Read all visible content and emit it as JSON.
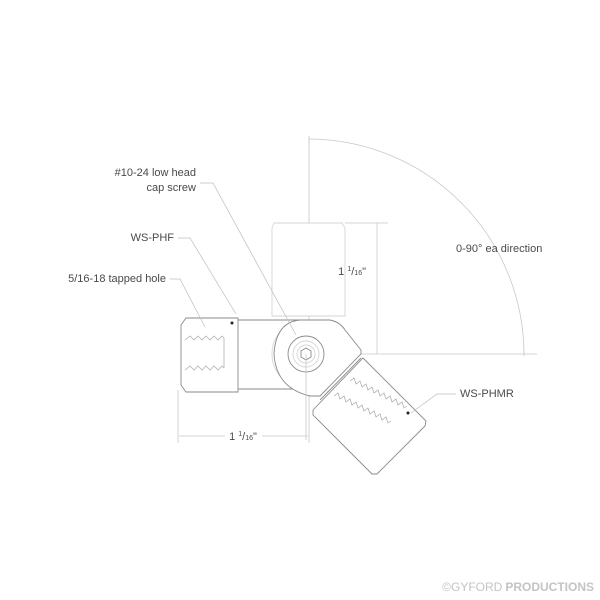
{
  "diagram": {
    "type": "technical-drawing",
    "callouts": [
      {
        "id": "cap-screw",
        "line1": "#10-24 low head",
        "line2": "cap screw"
      },
      {
        "id": "ws-phf",
        "line1": "WS-PHF"
      },
      {
        "id": "tapped-hole",
        "line1": "5/16-18 tapped hole"
      },
      {
        "id": "ws-phmr",
        "line1": "WS-PHMR"
      }
    ],
    "dimensions": {
      "horizontal": {
        "whole": "1",
        "num": "1",
        "den": "16",
        "unit": "\""
      },
      "vertical": {
        "whole": "1",
        "num": "1",
        "den": "16",
        "unit": "\""
      },
      "rotation": "0-90° ea direction"
    },
    "watermark": {
      "copyright": "©GYFORD",
      "brand": "PRODUCTIONS"
    }
  }
}
